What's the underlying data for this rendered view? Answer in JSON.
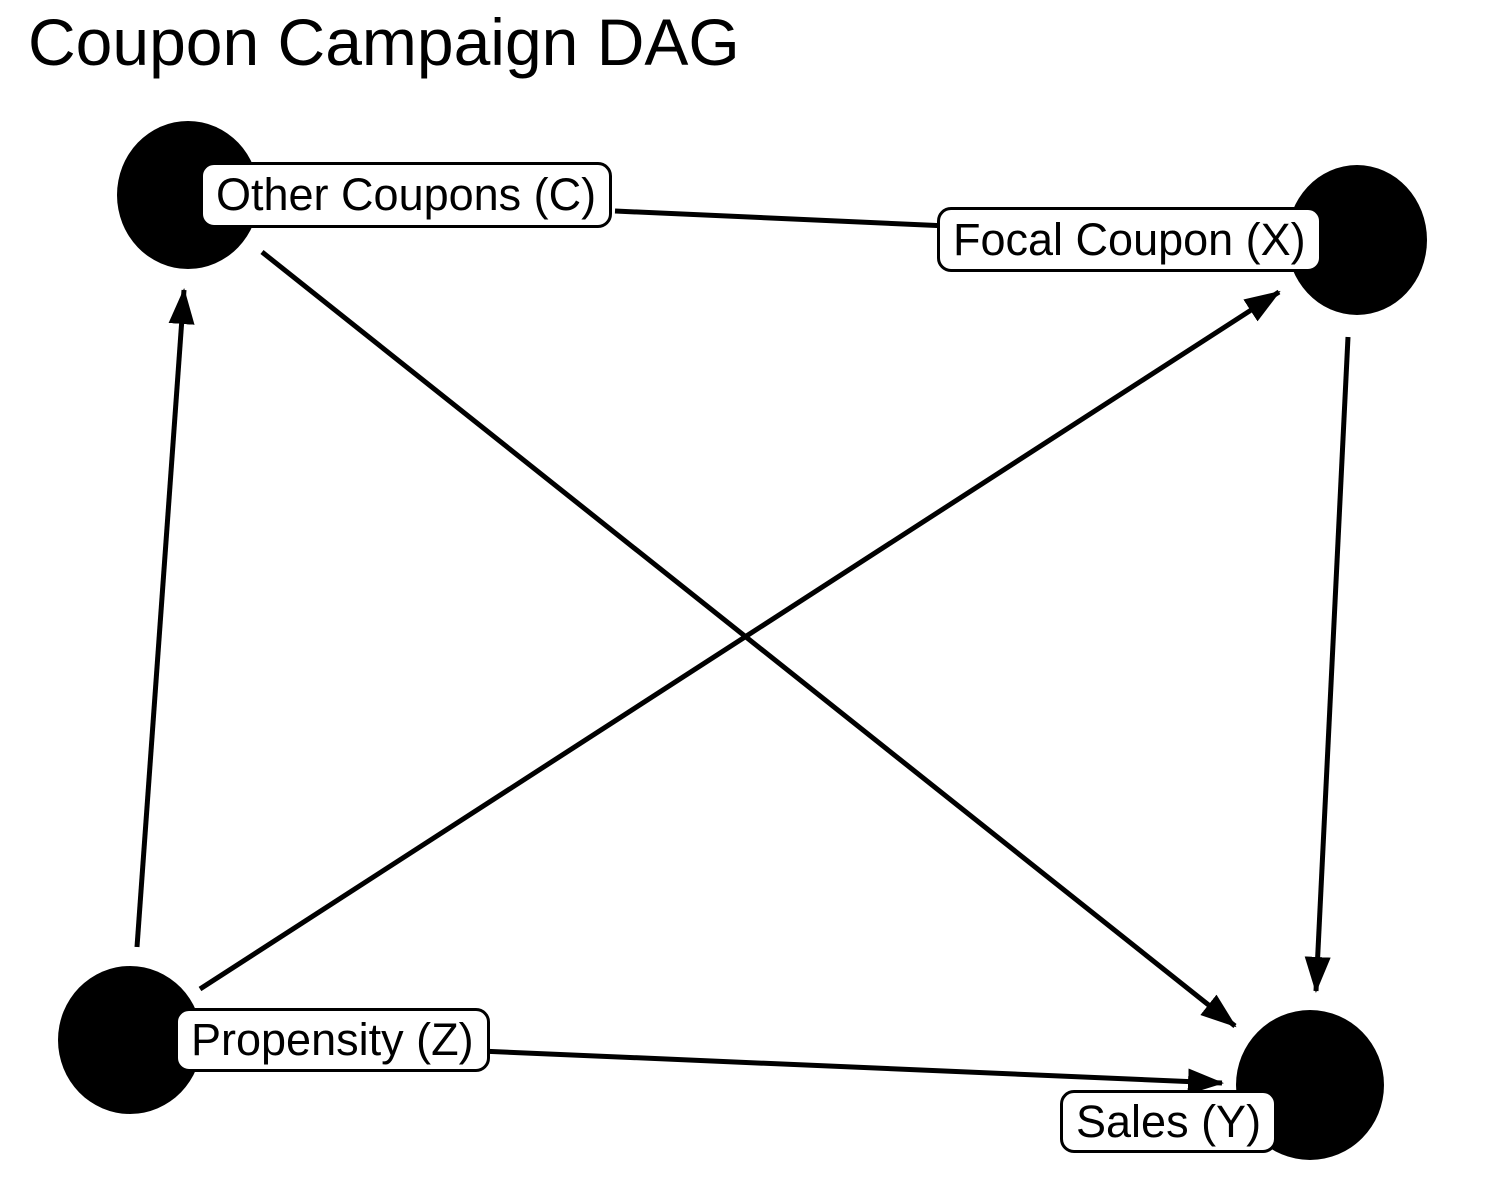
{
  "title": "Coupon Campaign DAG",
  "diagram": {
    "type": "dag",
    "nodes": [
      {
        "id": "C",
        "label": "Other Coupons (C)",
        "position": "top-left"
      },
      {
        "id": "X",
        "label": "Focal Coupon (X)",
        "position": "top-right"
      },
      {
        "id": "Z",
        "label": "Propensity (Z)",
        "position": "bottom-left"
      },
      {
        "id": "Y",
        "label": "Sales (Y)",
        "position": "bottom-right"
      }
    ],
    "edges": [
      {
        "from": "C",
        "to": "X"
      },
      {
        "from": "C",
        "to": "Y"
      },
      {
        "from": "Z",
        "to": "C"
      },
      {
        "from": "Z",
        "to": "X"
      },
      {
        "from": "Z",
        "to": "Y"
      },
      {
        "from": "X",
        "to": "Y"
      }
    ],
    "colors": {
      "background": "#ffffff",
      "node_fill": "#000000",
      "edge": "#000000",
      "label_bg": "#ffffff",
      "label_border": "#000000",
      "text": "#000000"
    }
  }
}
